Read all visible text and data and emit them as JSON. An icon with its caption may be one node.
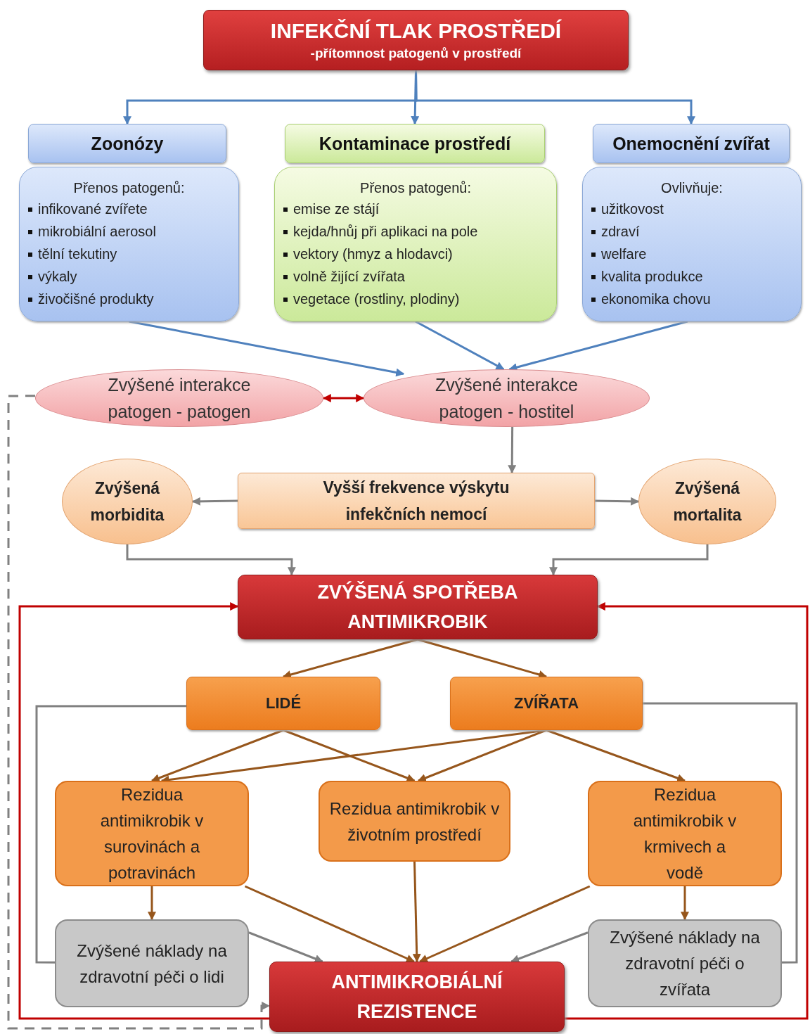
{
  "diagram": {
    "nodes": [
      {
        "text": [
          "INFEKČNÍ TLAK PROSTŘEDÍ",
          "-přítomnost patogenů v prostředí"
        ]
      },
      {
        "text": [
          "Zoonózy"
        ]
      },
      {
        "text": [
          "Přenos patogenů:",
          "infikované zvířete",
          "mikrobiální aerosol",
          "tělní tekutiny",
          "výkaly",
          "živočišné produkty"
        ]
      },
      {
        "text": [
          "Kontaminace prostředí"
        ]
      },
      {
        "text": [
          "Přenos patogenů:",
          "emise ze stájí",
          "kejda/hnůj při aplikaci na pole",
          "vektory (hmyz a hlodavci)",
          "volně žijící zvířata",
          "vegetace (rostliny, plodiny)"
        ]
      },
      {
        "text": [
          "Onemocnění zvířat"
        ]
      },
      {
        "text": [
          "Ovlivňuje:",
          "užitkovost",
          "zdraví",
          "welfare",
          "kvalita produkce",
          "ekonomika chovu"
        ]
      },
      {
        "text": [
          "Zvýšené interakce patogen - patogen"
        ]
      },
      {
        "text": [
          "Zvýšené interakce patogen - hostitel"
        ]
      },
      {
        "text": [
          "Zvýšená morbidita"
        ]
      },
      {
        "text": [
          "Vyšší frekvence výskytu infekčních nemocí"
        ]
      },
      {
        "text": [
          "Zvýšená mortalita"
        ]
      },
      {
        "text": [
          "ZVÝŠENÁ SPOTŘEBA ANTIMIKROBIK"
        ]
      },
      {
        "text": [
          "LIDÉ"
        ]
      },
      {
        "text": [
          "ZVÍŘATA"
        ]
      },
      {
        "text": [
          "Rezidua antimikrobik v surovinách a potravinách"
        ]
      },
      {
        "text": [
          "Rezidua antimikrobik v životním prostředí"
        ]
      },
      {
        "text": [
          "Rezidua antimikrobik v krmivech a vodě"
        ]
      },
      {
        "text": [
          "Zvýšené náklady na zdravotní péči o lidi"
        ]
      },
      {
        "text": [
          "ANTIMIKROBIÁLNÍ REZISTENCE"
        ]
      },
      {
        "text": [
          "Zvýšené náklady na zdravotní péči o zvířata"
        ]
      }
    ],
    "edges": [
      {
        "from": 0,
        "to": 1,
        "arrow": "to",
        "color": "#4f81bd"
      },
      {
        "from": 0,
        "to": 3,
        "arrow": "to",
        "color": "#4f81bd"
      },
      {
        "from": 0,
        "to": 5,
        "arrow": "to",
        "color": "#4f81bd"
      },
      {
        "from": 2,
        "to": 8,
        "arrow": "to",
        "color": "#4f81bd"
      },
      {
        "from": 4,
        "to": 8,
        "arrow": "to",
        "color": "#4f81bd"
      },
      {
        "from": 6,
        "to": 8,
        "arrow": "to",
        "color": "#4f81bd"
      },
      {
        "from": 7,
        "to": 8,
        "arrow": "both",
        "color": "#c00000"
      },
      {
        "from": 8,
        "to": 10,
        "arrow": "to",
        "color": "#808080"
      },
      {
        "from": 10,
        "to": 9,
        "arrow": "to",
        "color": "#808080"
      },
      {
        "from": 10,
        "to": 11,
        "arrow": "to",
        "color": "#808080"
      },
      {
        "from": 9,
        "to": 12,
        "arrow": "to",
        "color": "#808080"
      },
      {
        "from": 11,
        "to": 12,
        "arrow": "to",
        "color": "#808080"
      },
      {
        "from": 12,
        "to": 13,
        "arrow": "to"
      },
      {
        "from": 12,
        "to": 14,
        "arrow": "to"
      },
      {
        "from": 13,
        "to": 15,
        "arrow": "to"
      },
      {
        "from": 13,
        "to": 16,
        "arrow": "to"
      },
      {
        "from": 14,
        "to": 15,
        "arrow": "to"
      },
      {
        "from": 14,
        "to": 16,
        "arrow": "to"
      },
      {
        "from": 14,
        "to": 17,
        "arrow": "to"
      },
      {
        "from": 15,
        "to": 18,
        "arrow": "to"
      },
      {
        "from": 15,
        "to": 19,
        "arrow": "to"
      },
      {
        "from": 16,
        "to": 19,
        "arrow": "to"
      },
      {
        "from": 17,
        "to": 19,
        "arrow": "to"
      },
      {
        "from": 17,
        "to": 20,
        "arrow": "to"
      },
      {
        "from": 18,
        "to": 19,
        "arrow": "to",
        "color": "#808080"
      },
      {
        "from": 20,
        "to": 19,
        "arrow": "to",
        "color": "#808080"
      },
      {
        "from": 13,
        "to": 18,
        "arrow": "none",
        "color": "#808080"
      },
      {
        "from": 14,
        "to": 20,
        "arrow": "none",
        "color": "#808080"
      },
      {
        "from": 19,
        "to": 12,
        "arrow": "to",
        "color": "#c00000"
      },
      {
        "from": 19,
        "to": 12,
        "arrow": "to",
        "color": "#c00000"
      },
      {
        "from": 7,
        "to": 19,
        "arrow": "to",
        "style": "dashed",
        "color": "#808080"
      }
    ]
  }
}
